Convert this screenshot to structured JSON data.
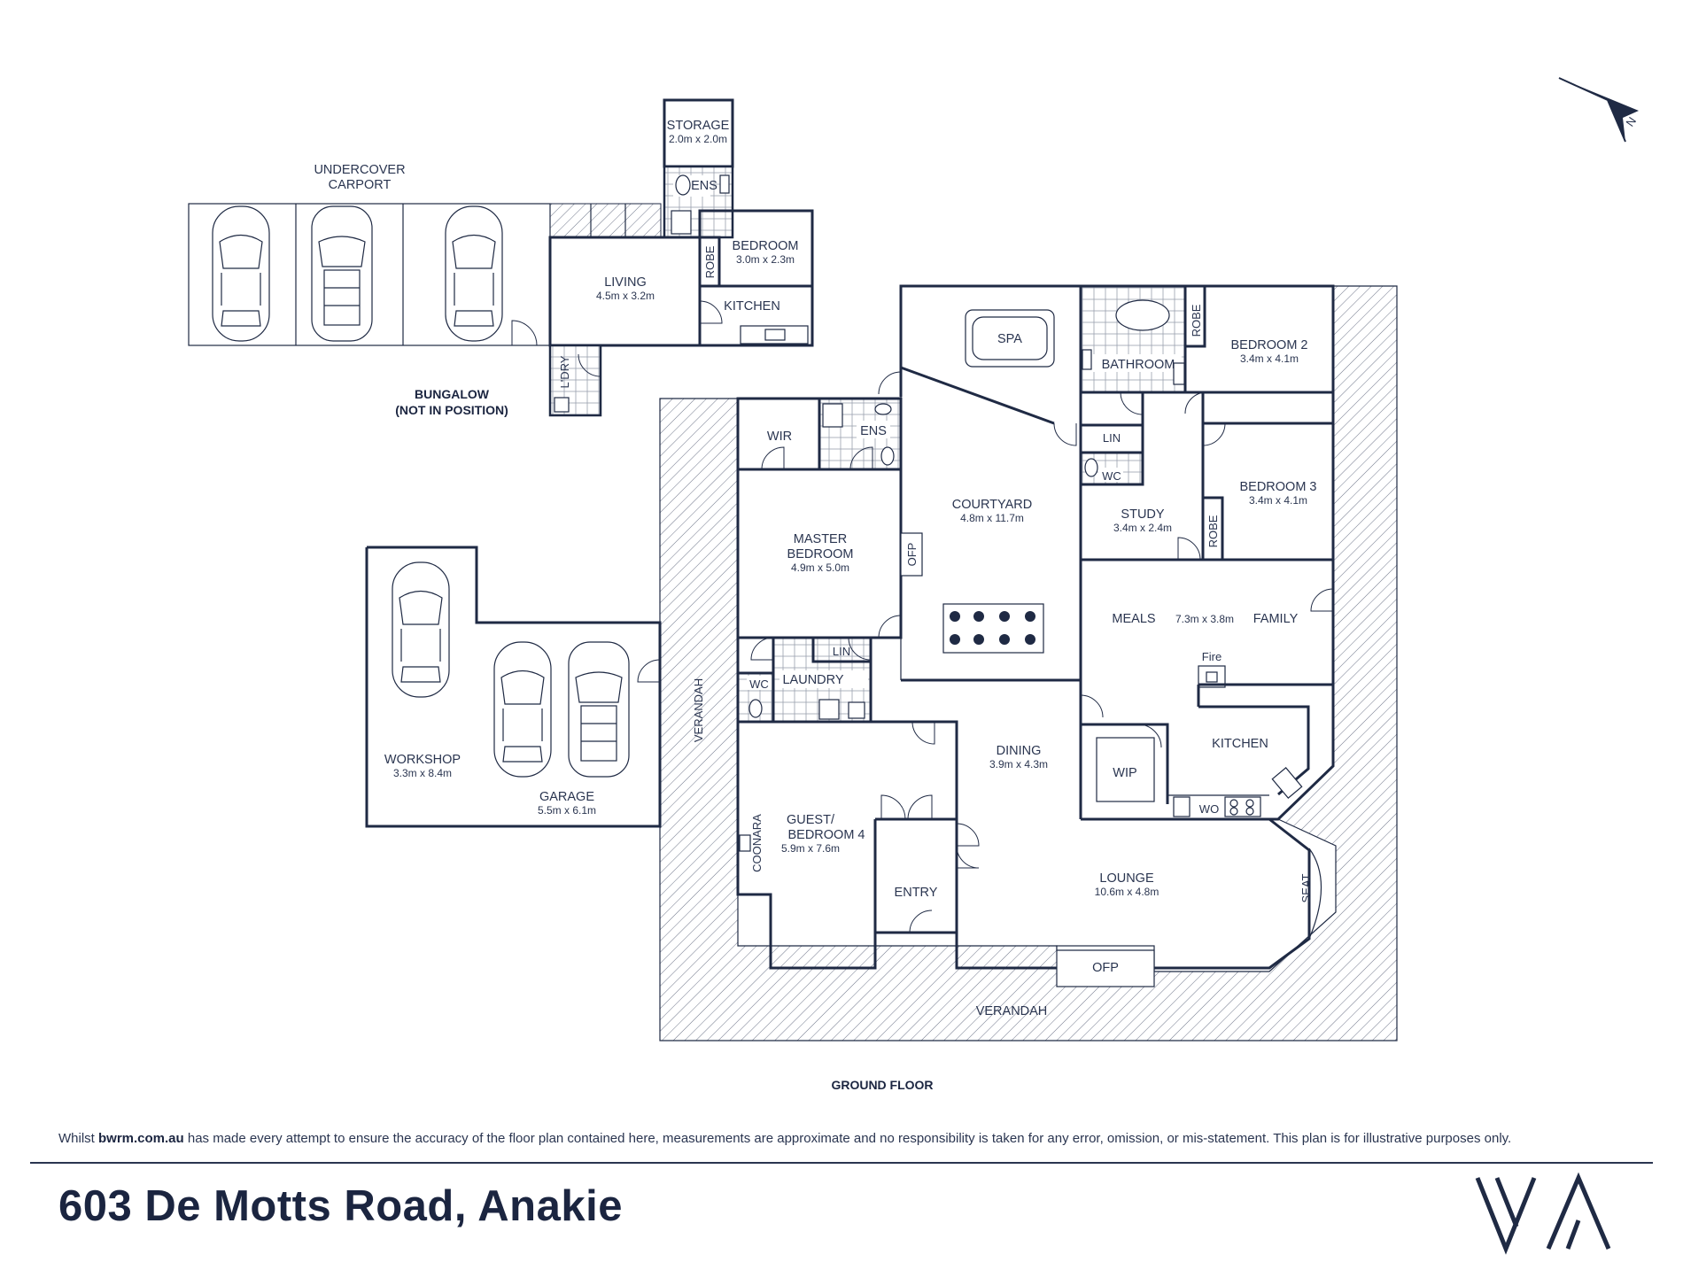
{
  "colors": {
    "ink": "#1f2a44",
    "hatch": "#6f768a",
    "tile": "#9aa0ae",
    "background": "#ffffff"
  },
  "compass": {
    "label": "N"
  },
  "plan": {
    "carport": {
      "label_line1": "UNDERCOVER",
      "label_line2": "CARPORT"
    },
    "bungalow": {
      "storage": {
        "name": "STORAGE",
        "size": "2.0m x 2.0m"
      },
      "ens": "ENS",
      "bedroom": {
        "name": "BEDROOM",
        "size": "3.0m x 2.3m"
      },
      "robe": "ROBE",
      "living": {
        "name": "LIVING",
        "size": "4.5m x 3.2m"
      },
      "kitchen": "KITCHEN",
      "ldry": "L'DRY",
      "title_line1": "BUNGALOW",
      "title_line2": "(NOT IN POSITION)"
    },
    "house": {
      "spa": "SPA",
      "bathroom": "BATHROOM",
      "robe2": "ROBE",
      "bedroom2": {
        "name": "BEDROOM 2",
        "size": "3.4m x 4.1m"
      },
      "wir": "WIR",
      "ens": "ENS",
      "lin1": "LIN",
      "wc1": "WC",
      "courtyard": {
        "name": "COURTYARD",
        "size": "4.8m x 11.7m"
      },
      "study": {
        "name": "STUDY",
        "size": "3.4m x 2.4m"
      },
      "robe3": "ROBE",
      "bedroom3": {
        "name": "BEDROOM 3",
        "size": "3.4m x 4.1m"
      },
      "master": {
        "name_line1": "MASTER",
        "name_line2": "BEDROOM",
        "size": "4.9m x 5.0m"
      },
      "ofp1": "OFP",
      "meals": "MEALS",
      "meals_size": "7.3m x 3.8m",
      "family": "FAMILY",
      "fire": "Fire",
      "lin2": "LIN",
      "wc2": "WC",
      "laundry": "LAUNDRY",
      "verandah_side": "VERANDAH",
      "dining": {
        "name": "DINING",
        "size": "3.9m x 4.3m"
      },
      "wip": "WIP",
      "kitchen": "KITCHEN",
      "wo": "WO",
      "guest": {
        "name_line1": "GUEST/",
        "name_line2": "BEDROOM 4",
        "size": "5.9m x 7.6m"
      },
      "coonara": "COONARA",
      "entry": "ENTRY",
      "lounge": {
        "name": "LOUNGE",
        "size": "10.6m x 4.8m"
      },
      "seat": "SEAT",
      "ofp2": "OFP",
      "verandah_bottom": "VERANDAH"
    },
    "workshop": {
      "name": "WORKSHOP",
      "size": "3.3m x 8.4m"
    },
    "garage": {
      "name": "GARAGE",
      "size": "5.5m x 6.1m"
    },
    "floor_title": "GROUND FLOOR"
  },
  "footer": {
    "disclaimer_pre": "Whilst ",
    "disclaimer_site": "bwrm.com.au",
    "disclaimer_post": " has made every attempt to ensure the accuracy of the floor plan contained here, measurements are approximate and no responsibility is taken for any error, omission, or mis-statement. This plan is for illustrative purposes only.",
    "address": "603 De Motts Road, Anakie",
    "logo": "VA"
  }
}
